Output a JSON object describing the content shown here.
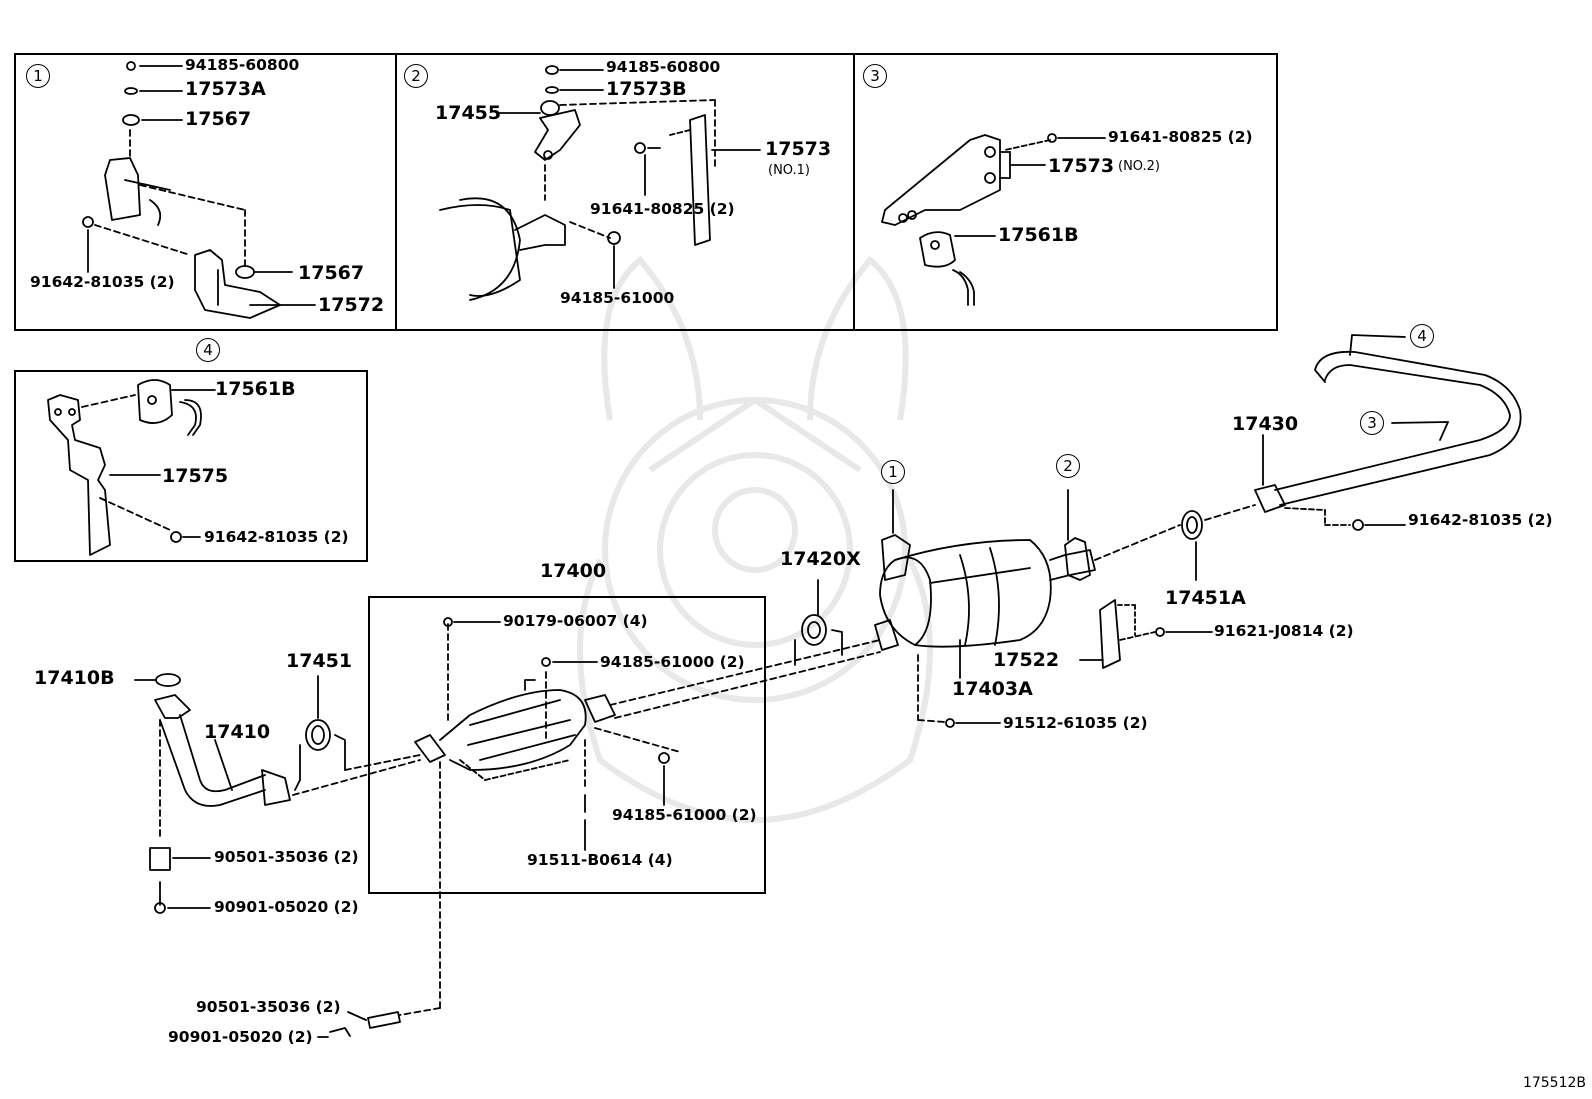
{
  "diagram_code": "175512B",
  "insets": [
    {
      "callout": "1",
      "parts": [
        "94185-60800",
        "17573A",
        "17567",
        "17567",
        "91642-81035 (2)",
        "17572"
      ]
    },
    {
      "callout": "2",
      "parts": [
        "94185-60800",
        "17573B",
        "17455",
        "17573",
        "(NO.1)",
        "91641-80825 (2)",
        "94185-61000"
      ]
    },
    {
      "callout": "3",
      "parts": [
        "91641-80825 (2)",
        "17573",
        "(NO.2)",
        "17561B"
      ]
    },
    {
      "callout": "4",
      "parts": [
        "17561B",
        "17575",
        "91642-81035 (2)"
      ]
    }
  ],
  "main": {
    "callouts": [
      "1",
      "2",
      "3",
      "4"
    ],
    "parts": [
      "17400",
      "90179-06007 (4)",
      "94185-61000 (2)",
      "94185-61000 (2)",
      "91511-B0614 (4)",
      "17410B",
      "17410",
      "17451",
      "90501-35036 (2)",
      "90901-05020 (2)",
      "90501-35036 (2)",
      "90901-05020 (2)",
      "17420X",
      "17403A",
      "17522",
      "91621-J0814 (2)",
      "91512-61035 (2)",
      "17451A",
      "17430",
      "91642-81035 (2)"
    ]
  },
  "colors": {
    "ink": "#000000",
    "watermark": "#e6e6e6",
    "background": "#ffffff"
  }
}
